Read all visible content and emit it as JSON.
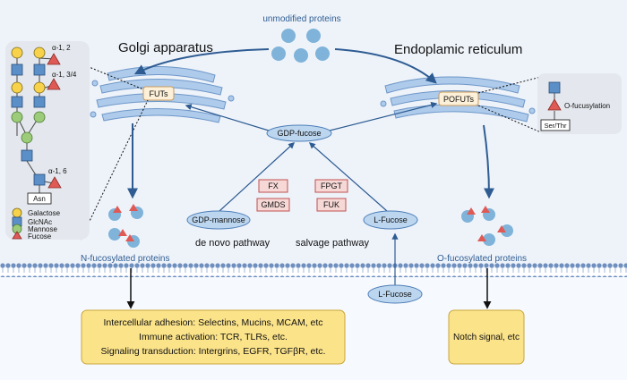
{
  "top": {
    "unmodified": "unmodified proteins",
    "golgi": "Golgi apparatus",
    "er": "Endoplamic reticulum"
  },
  "enzymes": {
    "futs": "FUTs",
    "pofuts": "POFUTs",
    "fx": "FX",
    "gmds": "GMDS",
    "fpgt": "FPGT",
    "fuk": "FUK"
  },
  "metabolites": {
    "gdp_fucose": "GDP-fucose",
    "gdp_mannose": "GDP-mannose",
    "l_fucose_inner": "L-Fucose",
    "l_fucose_outer": "L-Fucose"
  },
  "pathways": {
    "de_novo": "de novo pathway",
    "salvage": "salvage pathway"
  },
  "glycan": {
    "link_12": "α-1, 2",
    "link_134": "α-1, 3/4",
    "link_16": "α-1, 6",
    "asn": "Asn"
  },
  "legend": {
    "galactose": "Galactose",
    "glcnac": "GlcNAc",
    "mannose": "Mannose",
    "fucose": "Fucose"
  },
  "o_glycan": {
    "label": "O-fucusylation",
    "residue": "Ser/Thr"
  },
  "products": {
    "n_label": "N-fucosylated proteins",
    "o_label": "O-fucosylated proteins"
  },
  "functions": {
    "n_line1": "Intercellular adhesion: Selectins, Mucins, MCAM, etc",
    "n_line2": "Immune activation: TCR, TLRs, etc.",
    "n_line3": "Signaling transduction: Intergrins, EGFR, TGFβR, etc.",
    "o_line1": "Notch signal, etc"
  },
  "colors": {
    "protein": "#7fb3d9",
    "arrow": "#2e5c92",
    "galactose": "#f7d24a",
    "glcnac": "#5b8fc8",
    "mannose": "#9ccc7a",
    "fucose": "#e05a55",
    "box_fill": "#fbe38a",
    "enzyme_fill": "#f6d8d6"
  }
}
